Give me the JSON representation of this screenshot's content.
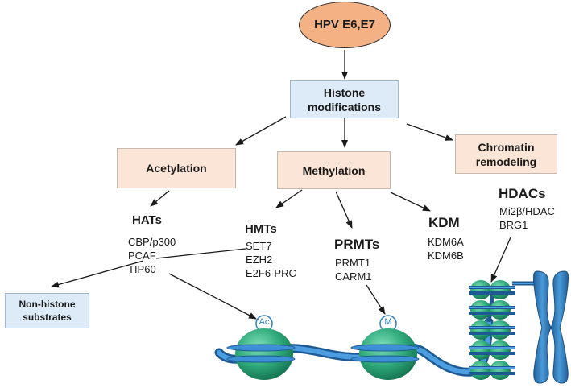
{
  "nodes": {
    "hpv": "HPV E6,E7",
    "histone_line1": "Histone",
    "histone_line2": "modifications",
    "acetylation": "Acetylation",
    "methylation": "Methylation",
    "chromatin_line1": "Chromatin",
    "chromatin_line2": "remodeling",
    "nonhistone_line1": "Non-histone",
    "nonhistone_line2": "substrates"
  },
  "groups": {
    "hats": {
      "title": "HATs",
      "items": [
        "CBP/p300",
        "PCAF",
        "TIP60"
      ]
    },
    "hmts": {
      "title": "HMTs",
      "items": [
        "SET7",
        "EZH2",
        "E2F6-PRC"
      ]
    },
    "prmts": {
      "title": "PRMTs",
      "items": [
        "PRMT1",
        "CARM1"
      ]
    },
    "kdm": {
      "title": "KDM",
      "items": [
        "KDM6A",
        "KDM6B"
      ]
    },
    "hdacs": {
      "title": "HDACs",
      "items": [
        "Mi2β/HDAC",
        "BRG1"
      ]
    }
  },
  "marks": {
    "acetyl": "Ac",
    "methyl": "M"
  },
  "colors": {
    "oval_fill": "#f4b183",
    "peach_box": "#fbe5d6",
    "blue_box": "#dcebf7",
    "nucleosome": "#2ea87a",
    "dna_strand": "#2f7fc1",
    "chromosome": "#2f7fc1"
  }
}
